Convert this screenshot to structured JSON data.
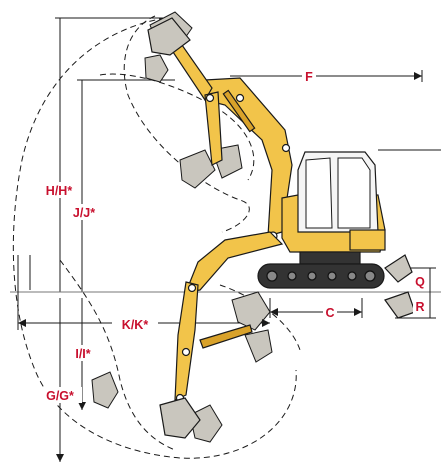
{
  "dimension_labels": {
    "F": "F",
    "HH": "H/H*",
    "JJ": "J/J*",
    "KK": "K/K*",
    "II": "I/I*",
    "GG": "G/G*",
    "C": "C",
    "Q": "Q",
    "R": "R"
  },
  "colors": {
    "label": "#c8102e",
    "arm": "#f2c44a",
    "arm_shade": "#d9a22a",
    "outline": "#1a1a1a",
    "bucket": "#c9c6be",
    "bucket_shade": "#8e8a80"
  }
}
